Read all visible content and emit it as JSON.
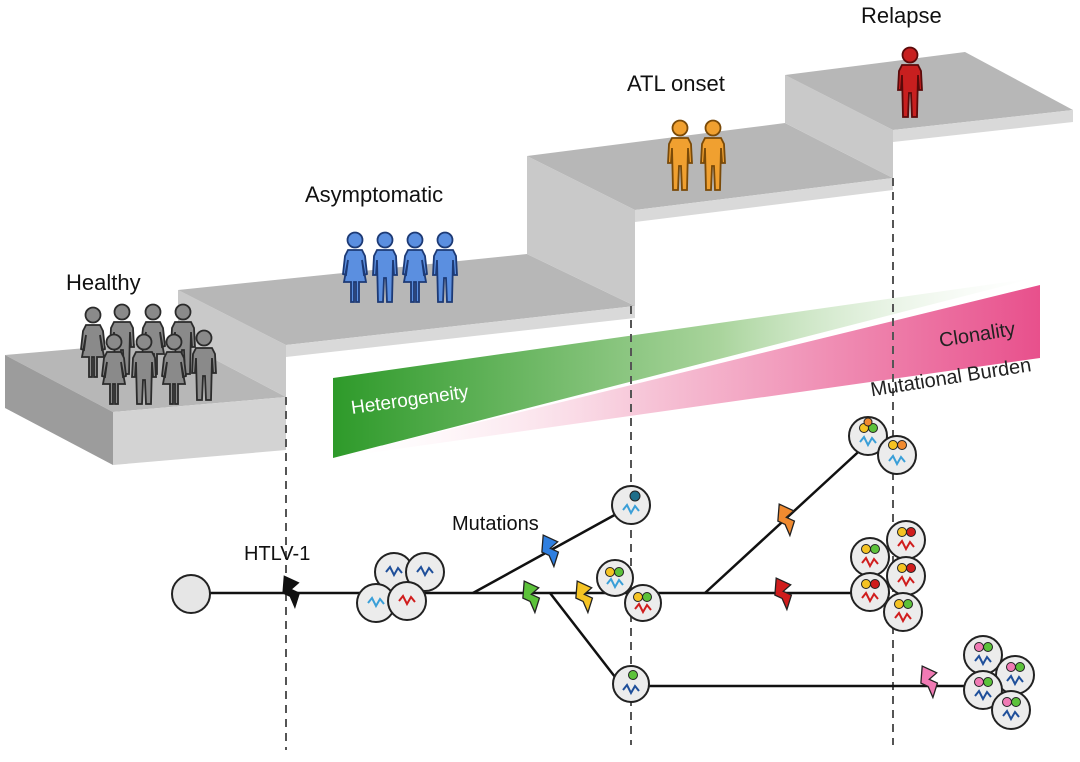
{
  "stages": {
    "healthy": "Healthy",
    "asymptomatic": "Asymptomatic",
    "atl_onset": "ATL onset",
    "relapse": "Relapse"
  },
  "gradients": {
    "heterogeneity": "Heterogeneity",
    "clonality": "Clonality",
    "mutational_burden": "Mutational Burden"
  },
  "tree": {
    "htlv_label": "HTLV-1",
    "mutations_label": "Mutations"
  },
  "colors": {
    "healthy": "#8a8a8a",
    "asymptomatic": "#5b8fe0",
    "atl_onset": "#f0a030",
    "relapse": "#c81f1f",
    "stair_top": "#b9b9b9",
    "stair_side": "#9a9a9a",
    "heterogeneity": "#3a9a2e",
    "clonality": "#e85a95"
  },
  "icons": [
    "person-icon",
    "lightning-icon",
    "cell-icon"
  ]
}
